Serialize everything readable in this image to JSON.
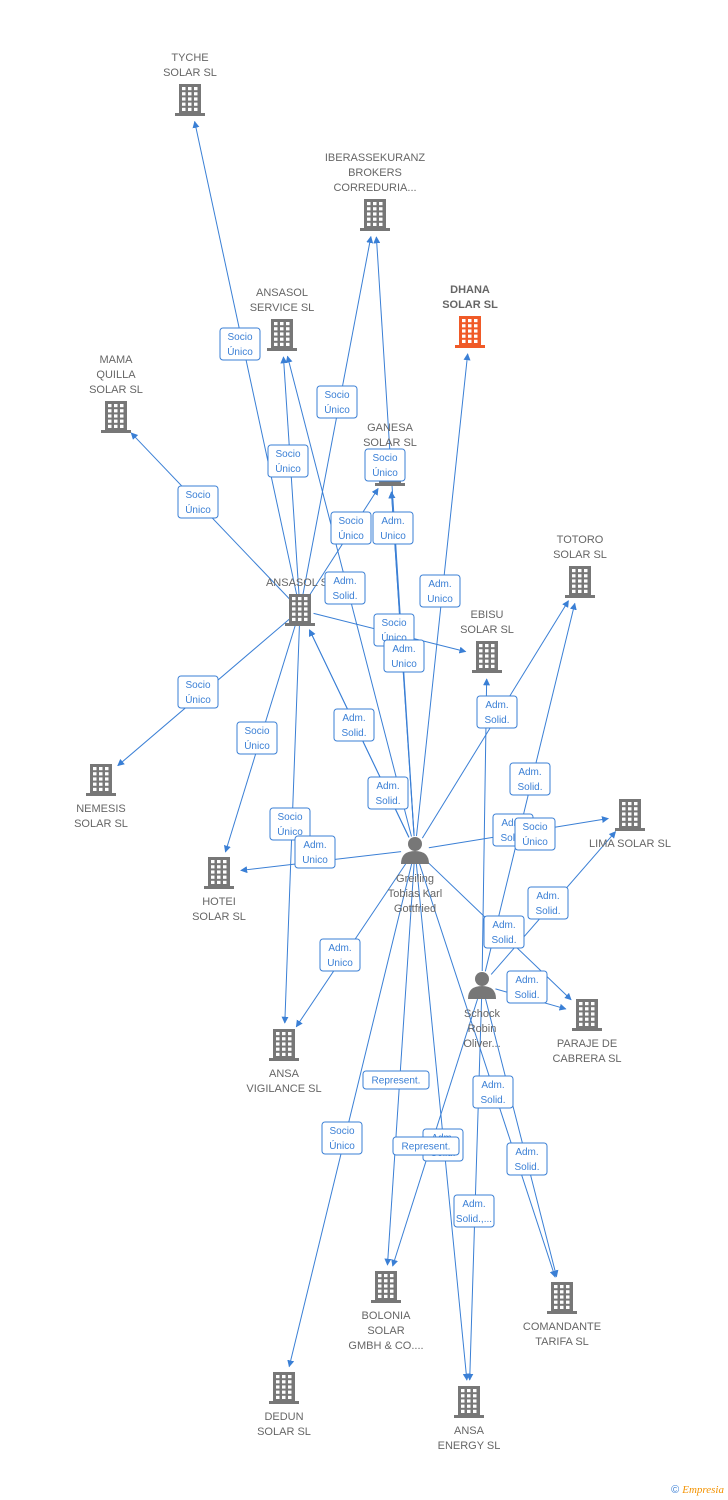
{
  "colors": {
    "edge": "#3a7fd5",
    "node": "#777777",
    "highlight": "#f05a28",
    "label": "#666666"
  },
  "companies": [
    {
      "id": "tyche",
      "lines": [
        "TYCHE",
        "SOLAR  SL"
      ],
      "highlight": false
    },
    {
      "id": "iberassekuranz",
      "lines": [
        "IBERASSEKURANZ",
        "BROKERS",
        "CORREDURIA..."
      ],
      "highlight": false
    },
    {
      "id": "dhana",
      "lines": [
        "DHANA",
        "SOLAR  SL"
      ],
      "highlight": true
    },
    {
      "id": "ansasol-service",
      "lines": [
        "ANSASOL",
        "SERVICE  SL"
      ],
      "highlight": false
    },
    {
      "id": "mama-quilla",
      "lines": [
        "MAMA",
        "QUILLA",
        "SOLAR  SL"
      ],
      "highlight": false
    },
    {
      "id": "ganesa",
      "lines": [
        "GANESA",
        "SOLAR  SL"
      ],
      "highlight": false
    },
    {
      "id": "totoro",
      "lines": [
        "TOTORO",
        "SOLAR SL"
      ],
      "highlight": false
    },
    {
      "id": "ansasol",
      "lines": [
        "ANSASOL SL"
      ],
      "highlight": false
    },
    {
      "id": "ebisu",
      "lines": [
        "EBISU",
        "SOLAR  SL"
      ],
      "highlight": false
    },
    {
      "id": "nemesis",
      "lines": [
        "NEMESIS",
        "SOLAR  SL"
      ],
      "highlight": false
    },
    {
      "id": "lima",
      "lines": [
        "LIMA SOLAR SL"
      ],
      "highlight": false
    },
    {
      "id": "hotei",
      "lines": [
        "HOTEI",
        "SOLAR  SL"
      ],
      "highlight": false
    },
    {
      "id": "paraje",
      "lines": [
        "PARAJE DE",
        "CABRERA SL"
      ],
      "highlight": false
    },
    {
      "id": "ansa-vigilance",
      "lines": [
        "ANSA",
        "VIGILANCE  SL"
      ],
      "highlight": false
    },
    {
      "id": "bolonia",
      "lines": [
        "BOLONIA",
        "SOLAR",
        "GMBH & CO...."
      ],
      "highlight": false
    },
    {
      "id": "comandante",
      "lines": [
        "COMANDANTE",
        "TARIFA  SL"
      ],
      "highlight": false
    },
    {
      "id": "dedun",
      "lines": [
        "DEDUN",
        "SOLAR  SL"
      ],
      "highlight": false
    },
    {
      "id": "ansa-energy",
      "lines": [
        "ANSA",
        "ENERGY SL"
      ],
      "highlight": false
    }
  ],
  "persons": [
    {
      "id": "greiling",
      "lines": [
        "Greiling",
        "Tobias Karl",
        "Gottfried"
      ]
    },
    {
      "id": "schock",
      "lines": [
        "Schock",
        "Robin",
        "Oliver..."
      ]
    }
  ],
  "edge_labels": [
    {
      "id": "e1",
      "lines": [
        "Socio",
        "Único"
      ]
    },
    {
      "id": "e2",
      "lines": [
        "Socio",
        "Único"
      ]
    },
    {
      "id": "e3",
      "lines": [
        "Socio",
        "Único"
      ]
    },
    {
      "id": "e4",
      "lines": [
        "Socio",
        "Único"
      ]
    },
    {
      "id": "e5",
      "lines": [
        "Socio",
        "Único"
      ]
    },
    {
      "id": "e6",
      "lines": [
        "Socio",
        "Único"
      ]
    },
    {
      "id": "e7",
      "lines": [
        "Adm.",
        "Unico"
      ]
    },
    {
      "id": "e8",
      "lines": [
        "Adm.",
        "Solid."
      ]
    },
    {
      "id": "e9",
      "lines": [
        "Adm.",
        "Unico"
      ]
    },
    {
      "id": "e10",
      "lines": [
        "Adm.",
        "Unico"
      ]
    },
    {
      "id": "e11",
      "lines": [
        "Socio",
        "Único"
      ]
    },
    {
      "id": "e12",
      "lines": [
        "Socio",
        "Único"
      ]
    },
    {
      "id": "e13",
      "lines": [
        "Adm.",
        "Solid."
      ]
    },
    {
      "id": "e14",
      "lines": [
        "Socio",
        "Único"
      ]
    },
    {
      "id": "e15",
      "lines": [
        "Adm.",
        "Solid."
      ]
    },
    {
      "id": "e16",
      "lines": [
        "Adm.",
        "Solid."
      ]
    },
    {
      "id": "e17",
      "lines": [
        "Adm.",
        "Solid."
      ]
    },
    {
      "id": "e18",
      "lines": [
        "Socio",
        "Único"
      ]
    },
    {
      "id": "e19",
      "lines": [
        "Adm.",
        "Unico"
      ]
    },
    {
      "id": "e20",
      "lines": [
        "Adm.",
        "Solid."
      ]
    },
    {
      "id": "e21",
      "lines": [
        "Socio",
        "Único"
      ]
    },
    {
      "id": "e22",
      "lines": [
        "Adm.",
        "Solid."
      ]
    },
    {
      "id": "e23",
      "lines": [
        "Adm.",
        "Solid."
      ]
    },
    {
      "id": "e24",
      "lines": [
        "Adm.",
        "Solid."
      ]
    },
    {
      "id": "e25",
      "lines": [
        "Adm.",
        "Unico"
      ]
    },
    {
      "id": "e26",
      "lines": [
        "Represent."
      ]
    },
    {
      "id": "e27",
      "lines": [
        "Adm.",
        "Solid."
      ]
    },
    {
      "id": "e28",
      "lines": [
        "Socio",
        "Único"
      ]
    },
    {
      "id": "e29",
      "lines": [
        "Adm.",
        "Solid."
      ]
    },
    {
      "id": "e30",
      "lines": [
        "Represent."
      ]
    },
    {
      "id": "e31",
      "lines": [
        "Adm.",
        "Solid.,..."
      ]
    },
    {
      "id": "e32",
      "lines": [
        "Adm.",
        "Solid."
      ]
    }
  ],
  "watermark": {
    "symbol": "©",
    "brand": "Empresia"
  }
}
